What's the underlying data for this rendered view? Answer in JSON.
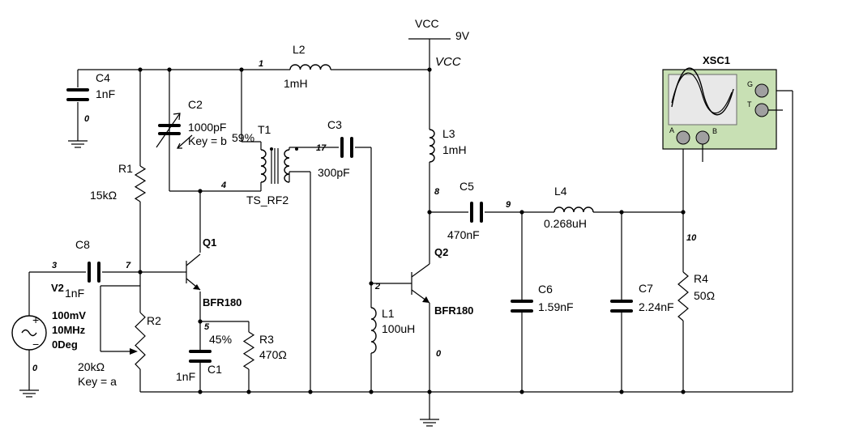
{
  "supply": {
    "title": "VCC",
    "voltage": "9V",
    "net_label": "VCC"
  },
  "components": {
    "C4": {
      "ref": "C4",
      "value": "1nF",
      "node": "0"
    },
    "L2": {
      "ref": "L2",
      "value": "1mH"
    },
    "C2": {
      "ref": "C2",
      "value": "1000pF",
      "key": "Key = b",
      "percent": "59%"
    },
    "T1": {
      "ref": "T1",
      "model": "TS_RF2"
    },
    "C3": {
      "ref": "C3",
      "value": "300pF"
    },
    "L3": {
      "ref": "L3",
      "value": "1mH"
    },
    "R1": {
      "ref": "R1",
      "value": "15kΩ"
    },
    "C8": {
      "ref": "C8",
      "value": "1nF"
    },
    "V2": {
      "ref": "V2",
      "amplitude": "100mV",
      "frequency": "10MHz",
      "phase": "0Deg"
    },
    "Q1": {
      "ref": "Q1",
      "model": "BFR180"
    },
    "R2": {
      "ref": "R2",
      "value": "20kΩ",
      "key": "Key = a"
    },
    "C1": {
      "ref": "C1",
      "value": "1nF",
      "percent": "45%"
    },
    "R3": {
      "ref": "R3",
      "value": "470Ω"
    },
    "L1": {
      "ref": "L1",
      "value": "100uH"
    },
    "Q2": {
      "ref": "Q2",
      "model": "BFR180"
    },
    "C5": {
      "ref": "C5",
      "value": "470nF"
    },
    "L4": {
      "ref": "L4",
      "value": "0.268uH"
    },
    "C6": {
      "ref": "C6",
      "value": "1.59nF"
    },
    "C7": {
      "ref": "C7",
      "value": "2.24nF"
    },
    "R4": {
      "ref": "R4",
      "value": "50Ω"
    }
  },
  "nodes": {
    "n1": "1",
    "n17": "17",
    "n4": "4",
    "n8": "8",
    "n9": "9",
    "n10": "10",
    "n3": "3",
    "n7": "7",
    "n2": "2",
    "n5": "5",
    "n0_v2": "0",
    "n0_q2": "0"
  },
  "scope": {
    "title": "XSC1",
    "ch_a": "A",
    "ch_b": "B",
    "g": "G",
    "t": "T"
  },
  "colors": {
    "wire": "#000000",
    "scope_body": "#c8e0b4",
    "scope_screen": "#e8e8e8",
    "terminal": "#a0a0a0"
  }
}
